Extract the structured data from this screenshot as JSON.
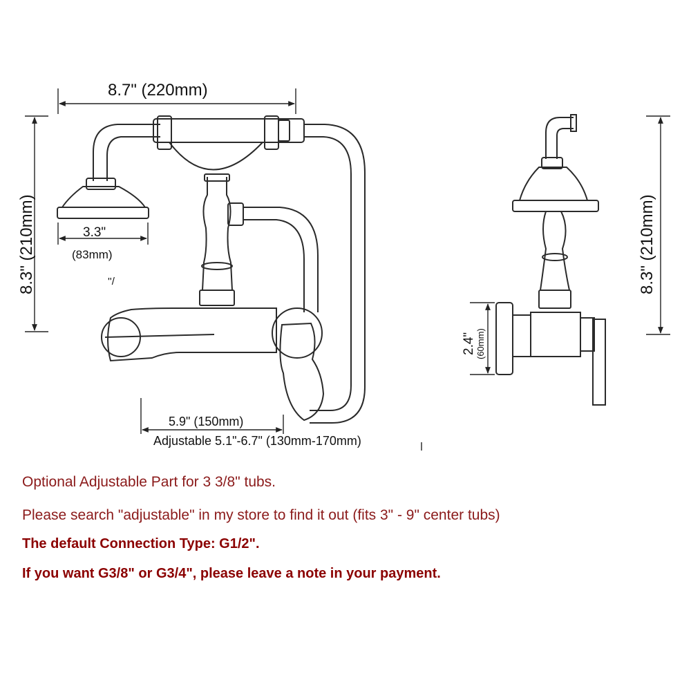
{
  "dimensions": {
    "front_width": "8.7\" (220mm)",
    "front_height": "8.3\" (210mm)",
    "head_diameter": "3.3\"",
    "head_diameter_mm": "(83mm)",
    "stray_mark": "''/",
    "spout_length": "5.9\" (150mm)",
    "adjustable_range": "Adjustable 5.1\"-6.7\" (130mm-170mm)",
    "side_height": "8.3\" (210mm)",
    "flange_diameter": "2.4\"",
    "flange_diameter_mm": "(60mm)"
  },
  "notes": [
    "Optional Adjustable Part for 3 3/8\" tubs.",
    "Please search \"adjustable\" in my store to find it out (fits 3\" - 9\" center tubs)",
    "The default Connection Type: G1/2\".",
    "If you want G3/8\" or G3/4\", please leave a note in your payment."
  ],
  "colors": {
    "line": "#2a2a2a",
    "note_text": "#8b1a1a",
    "note_bold": "#8b0000"
  }
}
